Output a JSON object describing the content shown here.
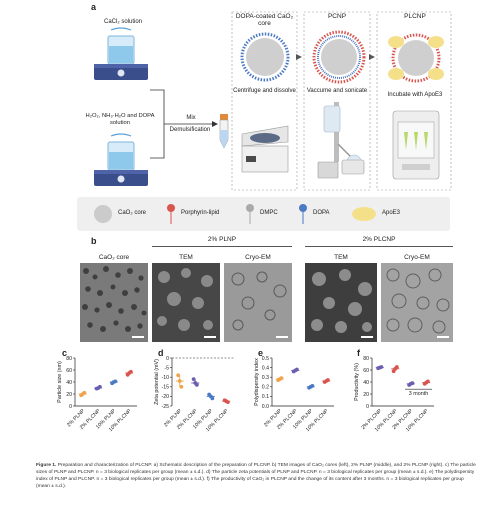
{
  "panels": {
    "a": "a",
    "b": "b",
    "c": "c",
    "d": "d",
    "e": "e",
    "f": "f"
  },
  "schematic": {
    "cacl2": "CaCl₂ solution",
    "h2o2": "H₂O₂, NH₃·H₂O and DOPA solution",
    "mix": "Mix",
    "demuls": "Demulsification",
    "coated_title": "DOPA-coated CaO₂ core",
    "pcnp": "PCNP",
    "plcnp": "PLCNP",
    "centrifuge": "Centrifuge and dissolve",
    "vacuum": "Vaccume and sonicate",
    "incubate": "Incubate with ApoE3"
  },
  "legend": {
    "cao2": "CaO₂ core",
    "porph": "Porphyrin-lipid",
    "dmpc": "DMPC",
    "dopa": "DOPA",
    "apoe3": "ApoE3"
  },
  "micro": {
    "core": "CaO₂ core",
    "plnp": "2% PLNP",
    "plcnp": "2% PLCNP",
    "tem1": "TEM",
    "cryo1": "Cryo-EM",
    "tem2": "TEM",
    "cryo2": "Cryo-EM"
  },
  "colors": {
    "orange": "#f0a34a",
    "purple": "#6a5fb0",
    "blue": "#4b79c4",
    "red": "#d9554f"
  },
  "chart_data": [
    {
      "panel": "c",
      "type": "scatter",
      "ylabel": "Particle size (nm)",
      "categories": [
        "2% PLNP",
        "2% PLCNP",
        "10% PLNP",
        "10% PLCNP"
      ],
      "ylim": [
        0,
        80
      ],
      "yticks": [
        "0",
        "20",
        "40",
        "60",
        "80"
      ],
      "means": [
        20,
        30,
        40,
        55
      ],
      "points": [
        [
          18,
          20,
          22
        ],
        [
          29,
          30,
          32
        ],
        [
          38,
          40,
          41
        ],
        [
          52,
          55,
          57
        ]
      ],
      "colors": [
        "#f0a34a",
        "#6a5fb0",
        "#4b79c4",
        "#d9554f"
      ]
    },
    {
      "panel": "d",
      "type": "scatter",
      "ylabel": "Zeta potential (mV)",
      "categories": [
        "2% PLNP",
        "2% PLCNP",
        "10% PLNP",
        "10% PLCNP"
      ],
      "ylim": [
        -25,
        0
      ],
      "yticks": [
        "0",
        "-5",
        "-10",
        "-15",
        "-20",
        "-25"
      ],
      "means": [
        -12,
        -13,
        -20,
        -22.5
      ],
      "points": [
        [
          -9,
          -12,
          -15
        ],
        [
          -11,
          -13,
          -14
        ],
        [
          -19,
          -20,
          -21
        ],
        [
          -22,
          -22.5,
          -23
        ]
      ],
      "colors": [
        "#f0a34a",
        "#6a5fb0",
        "#4b79c4",
        "#d9554f"
      ]
    },
    {
      "panel": "e",
      "type": "scatter",
      "ylabel": "Polydispersity index",
      "categories": [
        "2% PLNP",
        "2% PLCNP",
        "10% PLNP",
        "10% PLCNP"
      ],
      "ylim": [
        0.0,
        0.5
      ],
      "yticks": [
        "0.0",
        "0.1",
        "0.2",
        "0.3",
        "0.4",
        "0.5"
      ],
      "means": [
        0.28,
        0.37,
        0.2,
        0.26
      ],
      "points": [
        [
          0.27,
          0.28,
          0.29
        ],
        [
          0.36,
          0.37,
          0.38
        ],
        [
          0.19,
          0.2,
          0.21
        ],
        [
          0.25,
          0.26,
          0.27
        ]
      ],
      "colors": [
        "#f0a34a",
        "#6a5fb0",
        "#4b79c4",
        "#d9554f"
      ]
    },
    {
      "panel": "f",
      "type": "scatter",
      "ylabel": "Productivity (%)",
      "categories": [
        "2% PLCNP",
        "10% PLCNP",
        "2% PLCNP",
        "10% PLCNP"
      ],
      "ylim": [
        0,
        80
      ],
      "yticks": [
        "0",
        "20",
        "40",
        "60",
        "80"
      ],
      "means": [
        64,
        62,
        37,
        39
      ],
      "points": [
        [
          63,
          64,
          65
        ],
        [
          58,
          62,
          65
        ],
        [
          35,
          37,
          38
        ],
        [
          37,
          39,
          41
        ]
      ],
      "colors": [
        "#6a5fb0",
        "#d9554f",
        "#6a5fb0",
        "#d9554f"
      ],
      "annotation": "3 month"
    }
  ],
  "caption": {
    "fig": "Figure 1.",
    "text": " Preparation and characterization of PLCNP. a) Schematic description of the preparation of PLCNP. b) TEM images of CaO₂ cores (left), 2% PLNP (middle), and 2% PLCNP (right). c) The particle sizes of PLNP and PLCNP. n = 3 biological replicates per group (mean ± s.d.). d) The particle zeta potentials of PLNP and PLCNP. n = 3 biological replicates per group (mean ± s.d.). e) The polydispersity index of PLNP and PLCNP. n = 3 biological replicates per group (mean ± s.d.). f) The productivity of CaO₂ in PLCNP and the change of its content after 3 months. n = 3 biological replicates per group (mean ± s.d.)."
  }
}
